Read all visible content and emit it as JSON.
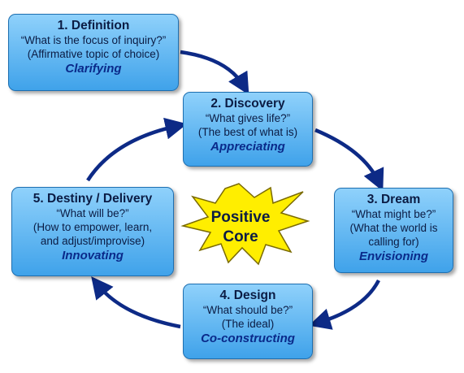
{
  "core": {
    "line1": "Positive",
    "line2": "Core",
    "fill": "#ffee00",
    "stroke": "#7a6a00"
  },
  "colors": {
    "box_top": "#8fd1fb",
    "box_bottom": "#3fa2ea",
    "box_border": "#1e6fb0",
    "arrow": "#0d2a86",
    "title_text": "#0b1c44",
    "verb_text": "#0a2a8a"
  },
  "phases": {
    "definition": {
      "title": "1. Definition",
      "line1": "“What is the focus of inquiry?”",
      "line2": "(Affirmative topic of choice)",
      "verb": "Clarifying"
    },
    "discovery": {
      "title": "2. Discovery",
      "line1": "“What gives life?”",
      "line2": "(The best of what is)",
      "verb": "Appreciating"
    },
    "dream": {
      "title": "3. Dream",
      "line1": "“What might be?”",
      "line2": "(What the world is",
      "line3": "calling for)",
      "verb": "Envisioning"
    },
    "design": {
      "title": "4. Design",
      "line1": "“What should be?”",
      "line2": "(The ideal)",
      "verb": "Co-constructing"
    },
    "destiny": {
      "title": "5. Destiny / Delivery",
      "line1": "“What will be?”",
      "line2": "(How to empower, learn,",
      "line3": "and adjust/improvise)",
      "verb": "Innovating"
    }
  }
}
